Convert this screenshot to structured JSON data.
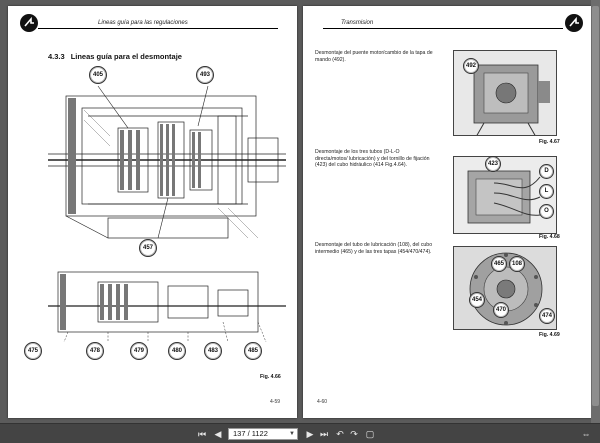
{
  "left_page": {
    "header_title": "Lineas guía para las regulaciones",
    "section_number": "4.3.3",
    "section_title": "Lineas guía para el desmontaje",
    "callouts_top": [
      "405",
      "493",
      "457"
    ],
    "callouts_bottom": [
      "475",
      "478",
      "479",
      "480",
      "483",
      "485"
    ],
    "figure_label": "Fig. 4.66",
    "page_number": "4-59"
  },
  "right_page": {
    "header_title": "Transmision",
    "items": [
      {
        "text": "Desmontaje del puente motor/cambio de la tapa de mando (492).",
        "callouts": [
          "492"
        ],
        "figure_label": "Fig. 4.67"
      },
      {
        "text": "Desmontaje de los tres tubos (D-L-O directa/motos/ lubricación) y del tornillo de fijación (423) del cubo hidráulico (414 Fig.4.64).",
        "callouts": [
          "423",
          "D",
          "L",
          "O"
        ],
        "figure_label": "Fig. 4.68"
      },
      {
        "text": "Desmontaje del tubo de lubricación (108), del cubo intermedio (465) y de las tres tapas (454/470/474).",
        "callouts": [
          "465",
          "108",
          "454",
          "470",
          "474"
        ],
        "figure_label": "Fig. 4.69"
      }
    ],
    "page_number": "4-60"
  },
  "toolbar": {
    "page_indicator": "137 / 1122",
    "icons": [
      "first-page-icon",
      "prev-page-icon",
      "next-page-icon",
      "last-page-icon",
      "prev-view-icon",
      "next-view-icon",
      "fit-page-icon",
      "fit-width-icon"
    ]
  }
}
